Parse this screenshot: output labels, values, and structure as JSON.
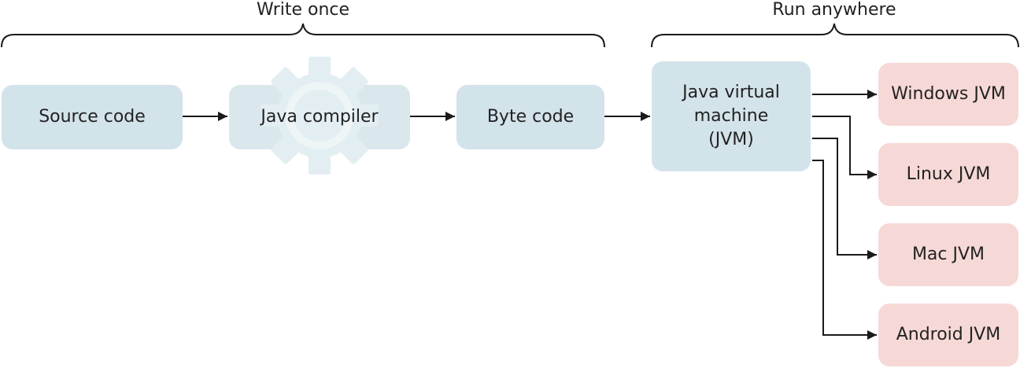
{
  "groups": {
    "write_once": "Write once",
    "run_anywhere": "Run anywhere"
  },
  "nodes": {
    "source_code": "Source code",
    "java_compiler": "Java compiler",
    "byte_code": "Byte code",
    "jvm_line1": "Java virtual",
    "jvm_line2": "machine",
    "jvm_line3": "(JVM)",
    "windows_jvm": "Windows JVM",
    "linux_jvm": "Linux JVM",
    "mac_jvm": "Mac JVM",
    "android_jvm": "Android JVM"
  },
  "colors": {
    "compile_stage": "#d3e3ea",
    "platform_target": "#f6d9d6",
    "gear": "#e3eef2",
    "line": "#1a1a1a"
  },
  "icons": {
    "compiler": "gear-icon"
  }
}
